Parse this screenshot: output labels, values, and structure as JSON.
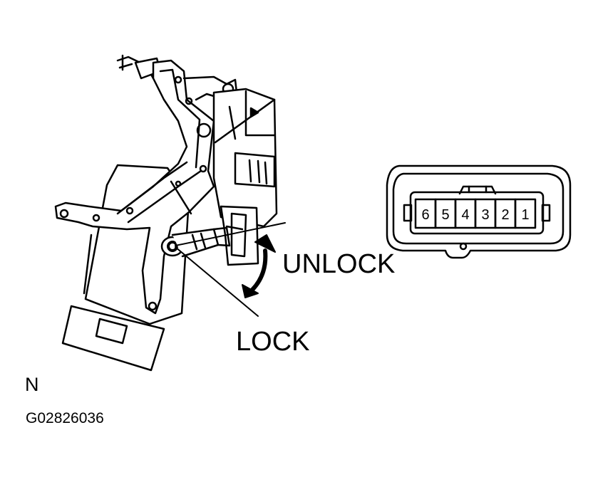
{
  "labels": {
    "unlock": "UNLOCK",
    "lock": "LOCK",
    "view_letter": "N",
    "figure_id": "G02826036"
  },
  "connector": {
    "pins": [
      "6",
      "5",
      "4",
      "3",
      "2",
      "1"
    ]
  },
  "icons": {
    "actuator": "door-lock-actuator-icon",
    "arrow": "double-headed-arrow-icon",
    "connector": "six-pin-connector-icon"
  },
  "colors": {
    "line": "#000000",
    "background": "#ffffff"
  }
}
